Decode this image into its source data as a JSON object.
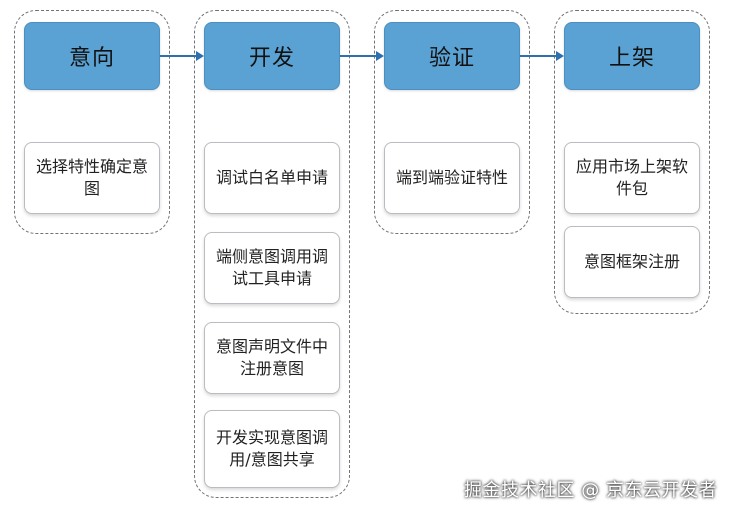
{
  "stages": [
    {
      "title": "意向",
      "items": [
        "选择特性确定意图"
      ]
    },
    {
      "title": "开发",
      "items": [
        "调试白名单申请",
        "端侧意图调用调试工具申请",
        "意图声明文件中注册意图",
        "开发实现意图调用/意图共享"
      ]
    },
    {
      "title": "验证",
      "items": [
        "端到端验证特性"
      ]
    },
    {
      "title": "上架",
      "items": [
        "应用市场上架软件包",
        "意图框架注册"
      ]
    }
  ],
  "watermark": "掘金技术社区 @ 京东云开发者",
  "colors": {
    "header_fill": "#5aa2d3",
    "arrow": "#2e6fae",
    "frame": "#6f7378"
  }
}
